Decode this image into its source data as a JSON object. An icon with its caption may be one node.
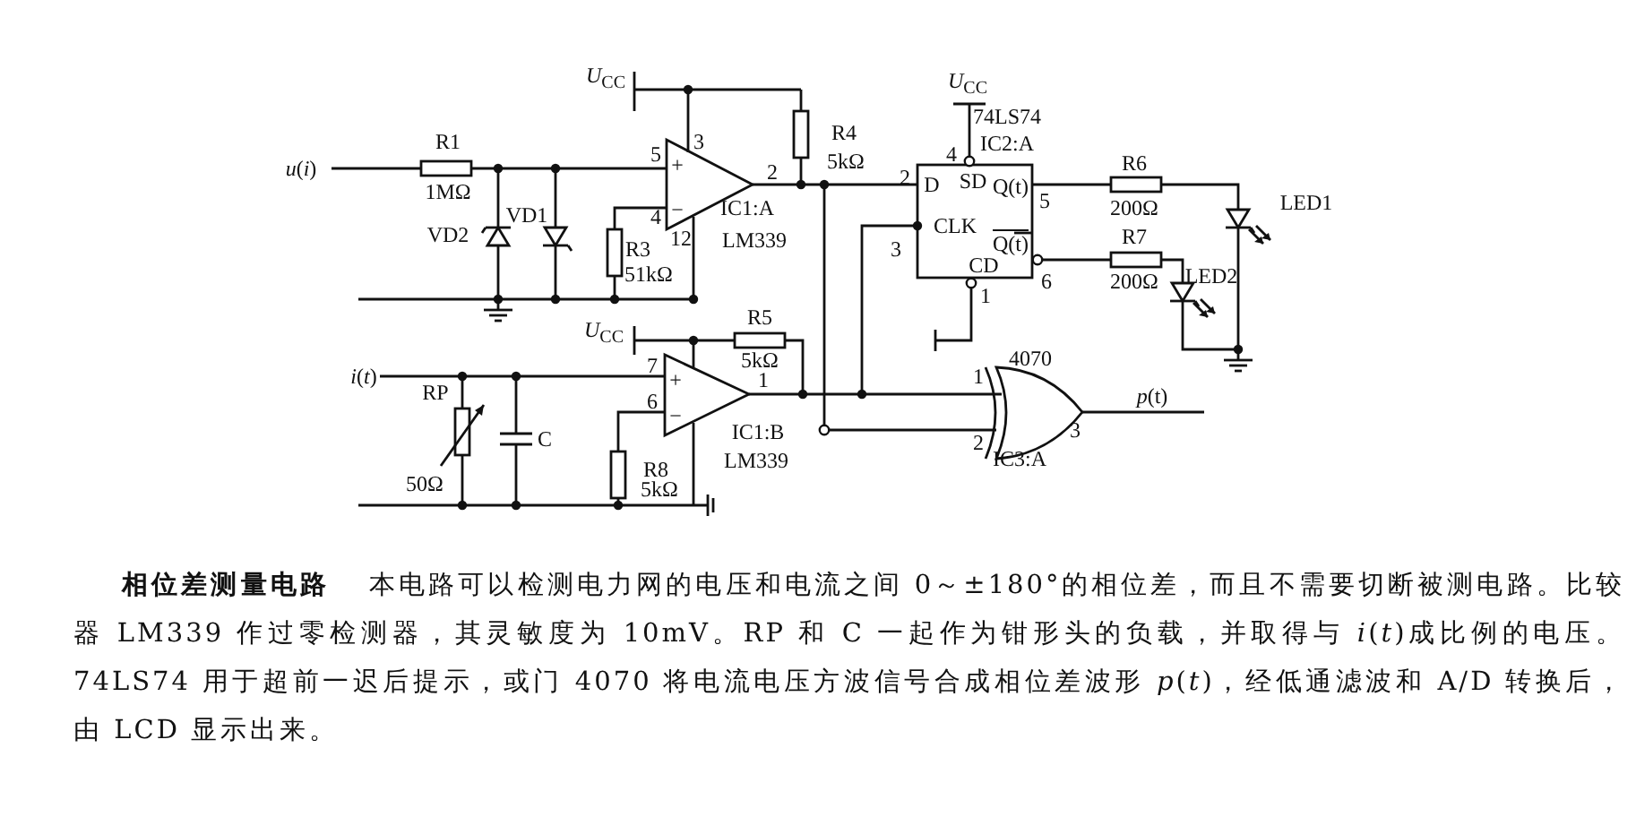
{
  "diagram": {
    "title": "相位差测量电路",
    "caption": "本电路可以检测电力网的电压和电流之间 0～±180°的相位差，而且不需要切断被测电路。比较器 LM339 作过零检测器，其灵敏度为 10mV。RP 和 C 一起作为钳形头的负载，并取得与 *i*(*t*)成比例的电压。74LS74 用于超前一迟后提示，或门 4070 将电流电压方波信号合成相位差波形 *p*(*t*)，经低通滤波和 A/D 转换后，由 LCD 显示出来。",
    "labels": [
      "*U*$_{CC}$",
      "*u*(*i*)",
      "R1",
      "1MΩ",
      "3",
      "R4",
      "5",
      "+",
      "5kΩ",
      "2",
      "VD1",
      "4",
      "−",
      "IC1:A",
      "VD2",
      "12",
      "R3",
      "LM339",
      "51kΩ",
      "*U*$_{CC}$",
      "74LS74",
      "IC2:A",
      "4",
      "R6",
      "LED1",
      "2",
      "D",
      "SD",
      "Q(t)",
      "5",
      "200Ω",
      "CLK",
      "R7",
      "3",
      "Q(t)",
      "CD",
      "6",
      "200Ω",
      "LED2",
      "1",
      "*U*$_{CC}$",
      "R5",
      "5kΩ",
      "4070",
      "*i*(*t*)",
      "7",
      "+",
      "1",
      "1",
      "RP",
      "6",
      "*p*(t)",
      "−",
      "C",
      "IC1:B",
      "2",
      "3",
      "LM339",
      "IC3:A",
      "50Ω",
      "R8",
      "5kΩ"
    ]
  }
}
